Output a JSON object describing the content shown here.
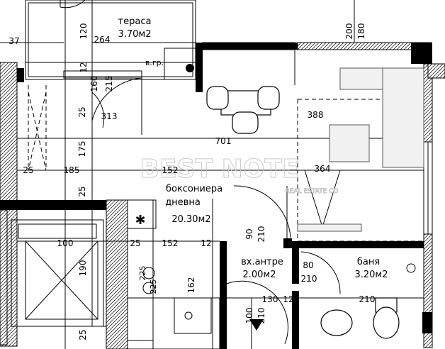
{
  "rooms": {
    "terrace": {
      "name": "тераса",
      "area": "3.70м2"
    },
    "living": {
      "name_line1": "боксониера",
      "name_line2": "дневна",
      "area": "20.30м2"
    },
    "entrance": {
      "name": "вх.антре",
      "area": "2.00м2"
    },
    "bathroom": {
      "name": "баня",
      "area": "3.20м2"
    }
  },
  "labels": {
    "vgr": "в.гр."
  },
  "dimensions": {
    "d37": "37",
    "d120": "120",
    "d264": "264",
    "d200": "200",
    "d180": "180",
    "d12a": "12",
    "d160": "160",
    "d215": "215",
    "d25a": "25",
    "d313": "313",
    "d388": "388",
    "d701": "701",
    "d175": "175",
    "d25b": "25",
    "d185": "185",
    "d152a": "152",
    "d364": "364",
    "d25c": "25",
    "d100a": "100",
    "d25d": "25",
    "d152b": "152",
    "d12b": "12",
    "d90": "90",
    "d210a": "210",
    "d190": "190",
    "d225a": "225",
    "d225b": "225",
    "d162": "162",
    "d80": "80",
    "d210b": "210",
    "d130": "130",
    "d12c": "12",
    "d210c": "210",
    "d100b": "100",
    "d210d": "210",
    "d25e": "25"
  },
  "watermark": {
    "main": "BEST NOTE",
    "sub": "REAL ESTATE CO"
  }
}
